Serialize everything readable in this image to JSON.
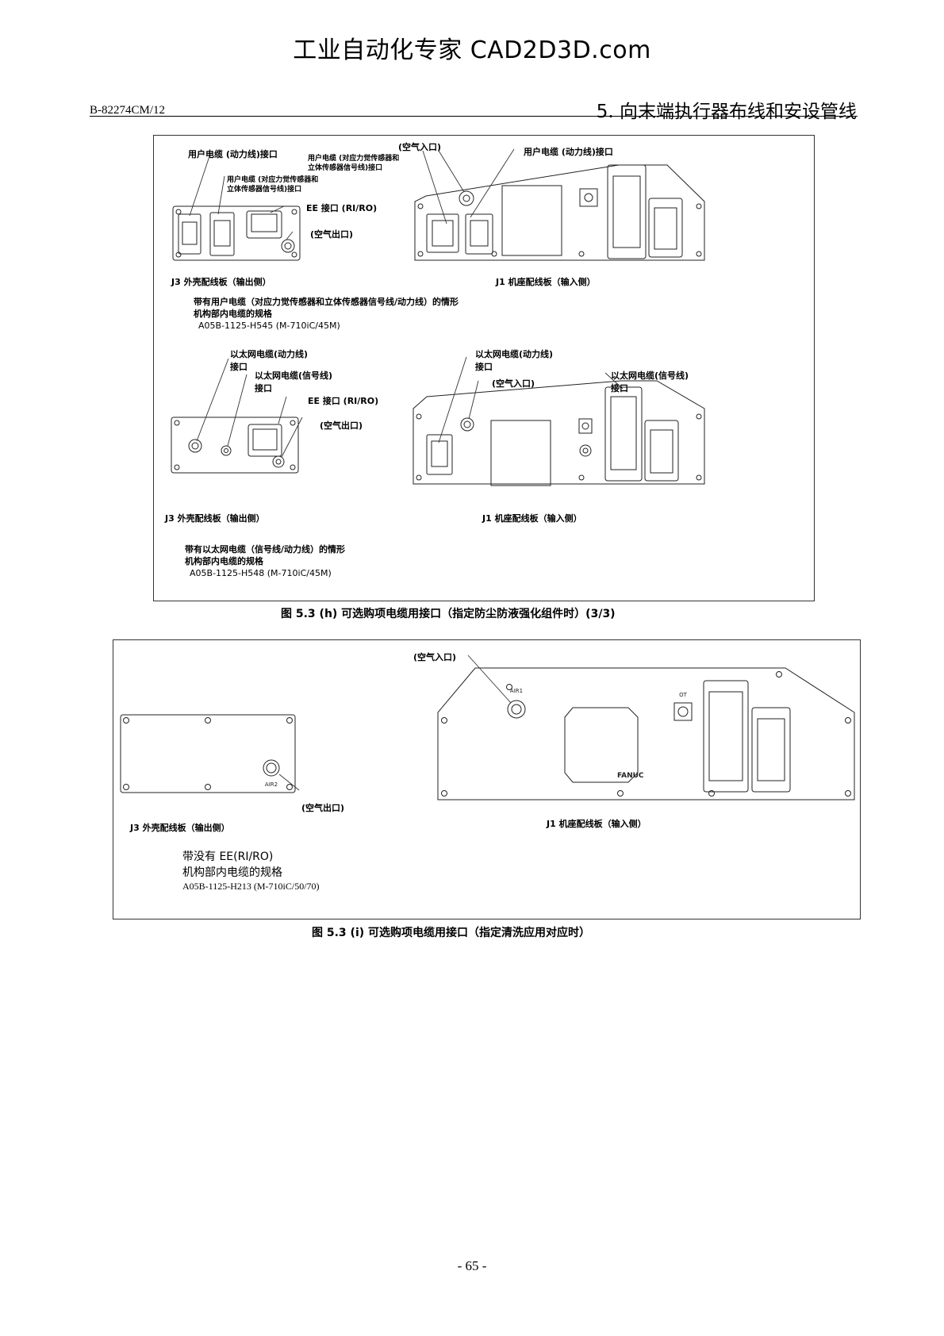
{
  "watermark": "工业自动化专家 CAD2D3D.com",
  "header": {
    "doc_id": "B-82274CM/12",
    "chapter": "5. 向末端执行器布线和安设管线"
  },
  "fig_h": {
    "top": {
      "l_user_power": "用户电缆 (动力线)接口",
      "l_user_sig_a1": "用户电缆 (对应力觉传感器和",
      "l_user_sig_a2": "立体传感器信号线)接口",
      "l_user_sig_b1": "用户电缆 (对应力觉传感器和",
      "l_user_sig_b2": "立体传感器信号线)接口",
      "l_ee": "EE 接口 (RI/RO)",
      "l_air_out": "(空气出口)",
      "l_air_in": "(空气入口)",
      "l_j1_user_power": "用户电缆 (动力线)接口",
      "j3_title": "J3 外壳配线板（输出侧）",
      "j1_title": "J1 机座配线板（输入侧）",
      "note_1": "带有用户电缆（对应力觉传感器和立体传感器信号线/动力线）的情形",
      "note_2": "机构部内电缆的规格",
      "note_3": "A05B-1125-H545 (M-710iC/45M)"
    },
    "bottom": {
      "l_eth_power_1": "以太网电缆(动力线)",
      "l_eth_power_2": "接口",
      "l_eth_sig_1": "以太网电缆(信号线)",
      "l_eth_sig_2": "接口",
      "l_ee": "EE 接口 (RI/RO)",
      "l_air_out": "(空气出口)",
      "l_j1_eth_power_1": "以太网电缆(动力线)",
      "l_j1_eth_power_2": "接口",
      "l_air_in": "(空气入口)",
      "l_j1_eth_sig_1": "以太网电缆(信号线)",
      "l_j1_eth_sig_2": "接口",
      "j3_title": "J3 外壳配线板（输出侧）",
      "j1_title": "J1 机座配线板（输入侧）",
      "note_1": "带有以太网电缆（信号线/动力线）的情形",
      "note_2": "机构部内电缆的规格",
      "note_3": "A05B-1125-H548 (M-710iC/45M)"
    },
    "caption": "图 5.3 (h)  可选购项电缆用接口（指定防尘防液强化组件时）(3/3)"
  },
  "fig_i": {
    "l_air_in": "(空气入口)",
    "l_air_out": "(空气出口)",
    "j3_title": "J3 外壳配线板（输出侧）",
    "j1_title": "J1 机座配线板（输入侧）",
    "note_1": "带没有 EE(RI/RO)",
    "note_2": "机构部内电缆的规格",
    "note_3": "A05B-1125-H213 (M-710iC/50/70)",
    "air1_tag": "AIR1",
    "air2_tag": "AIR2",
    "ot_tag": "OT",
    "brand": "FANUC",
    "caption": "图 5.3 (i)  可选购项电缆用接口（指定清洗应用对应时）"
  },
  "page_number": "- 65 -"
}
